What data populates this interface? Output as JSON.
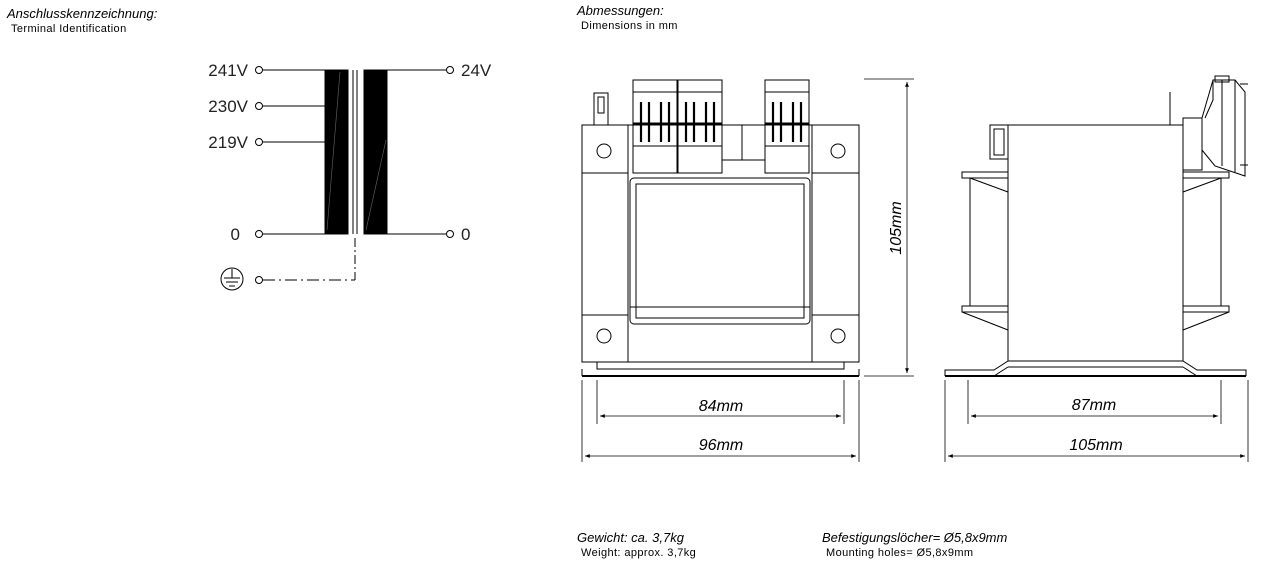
{
  "terminal": {
    "heading": "Anschlusskennzeichnung:",
    "subheading": "Terminal Identification",
    "primary": [
      "241V",
      "230V",
      "219V",
      "0"
    ],
    "secondary": [
      "24V",
      "0"
    ],
    "earth_symbol": "protective-earth-icon"
  },
  "dimensions": {
    "heading": "Abmessungen:",
    "subheading": "Dimensions in mm",
    "height": "105mm",
    "front_inner_width": "84mm",
    "front_outer_width": "96mm",
    "side_inner_width": "87mm",
    "side_outer_width": "105mm"
  },
  "footer": {
    "weight_de": "Gewicht: ca. 3,7kg",
    "weight_en": "Weight: approx. 3,7kg",
    "holes_de": "Befestigungslöcher= Ø5,8x9mm",
    "holes_en": "Mounting holes= Ø5,8x9mm"
  }
}
